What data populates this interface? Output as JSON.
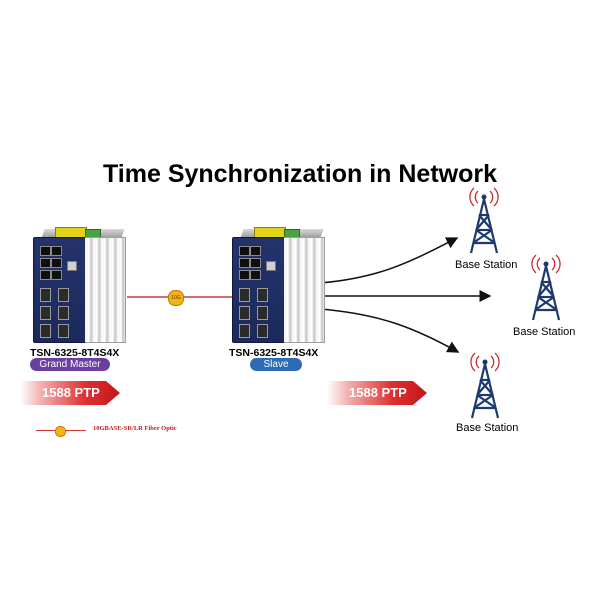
{
  "title": "Time Synchronization in Network",
  "switches": [
    {
      "model": "TSN-6325-8T4S4X",
      "role": "Grand Master",
      "role_color": "#6b3fa0"
    },
    {
      "model": "TSN-6325-8T4S4X",
      "role": "Slave",
      "role_color": "#2d6bb5"
    }
  ],
  "ptp_arrows": [
    "1588 PTP",
    "1588 PTP"
  ],
  "link_badge": "10G",
  "base_stations": [
    "Base Station",
    "Base Station",
    "Base Station"
  ],
  "legend": {
    "label": "10GBASE-SR/LR Fiber Optic",
    "line_color": "#d13a3a",
    "dot_color": "#f6b21c"
  },
  "icons": [
    "tower-icon",
    "signal-waves-icon",
    "fiber-link-dot-icon",
    "arrow-icon"
  ]
}
